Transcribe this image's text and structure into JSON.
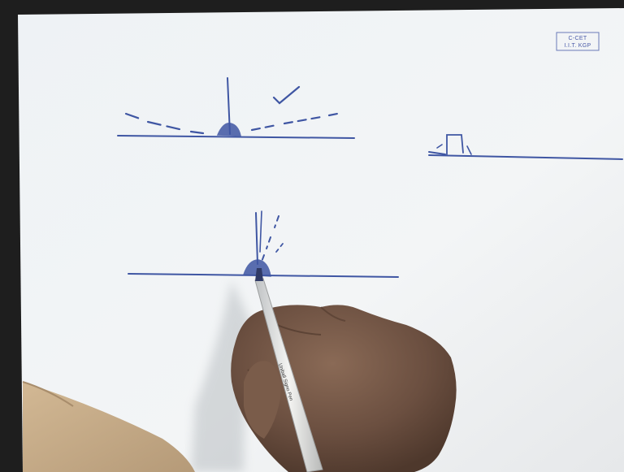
{
  "video_frame": {
    "corner_stamp": {
      "line1": "C-CET",
      "line2": "I.I.T. KGP"
    },
    "pen_label": "Uniball Signo Pen",
    "colors": {
      "paper": "#f1f4f6",
      "ink": "#3f56a3",
      "skin": "#6e5444",
      "sleeve": "#c6ab8a",
      "background": "#202020"
    }
  }
}
